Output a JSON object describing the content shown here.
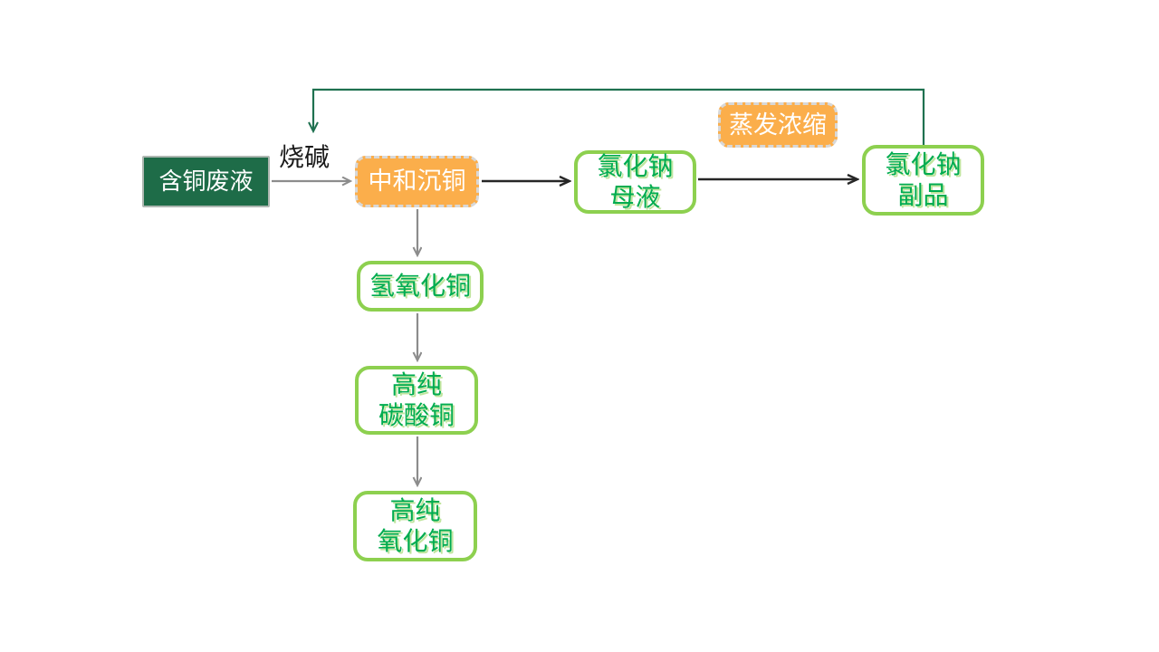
{
  "diagram": {
    "name": "copper-waste-recycling-process-flowchart",
    "nodes": {
      "copper_waste": {
        "label": "含铜废液"
      },
      "neutralize": {
        "label": "中和沉铜"
      },
      "nacl_mother": {
        "label": "氯化钠\n母液"
      },
      "evaporation": {
        "label": "蒸发浓缩"
      },
      "nacl_byproduct": {
        "label": "氯化钠\n副品"
      },
      "cu_hydroxide": {
        "label": "氢氧化铜"
      },
      "cu_carbonate": {
        "label": "高纯\n碳酸铜"
      },
      "cu_oxide": {
        "label": "高纯\n氧化铜"
      }
    },
    "edge_labels": {
      "caustic_soda": "烧碱"
    },
    "colors": {
      "dark_green_fill": "#1E6C48",
      "orange_fill": "#FBAE4B",
      "dashed_border": "#D8D8D8",
      "green_border": "#8DD04F",
      "green_text": "#00AC50",
      "loop_line_green": "#1F7150",
      "gray_arrow": "#8C8C8C",
      "black_arrow": "#262626",
      "white_text": "#FFFFFF"
    }
  }
}
